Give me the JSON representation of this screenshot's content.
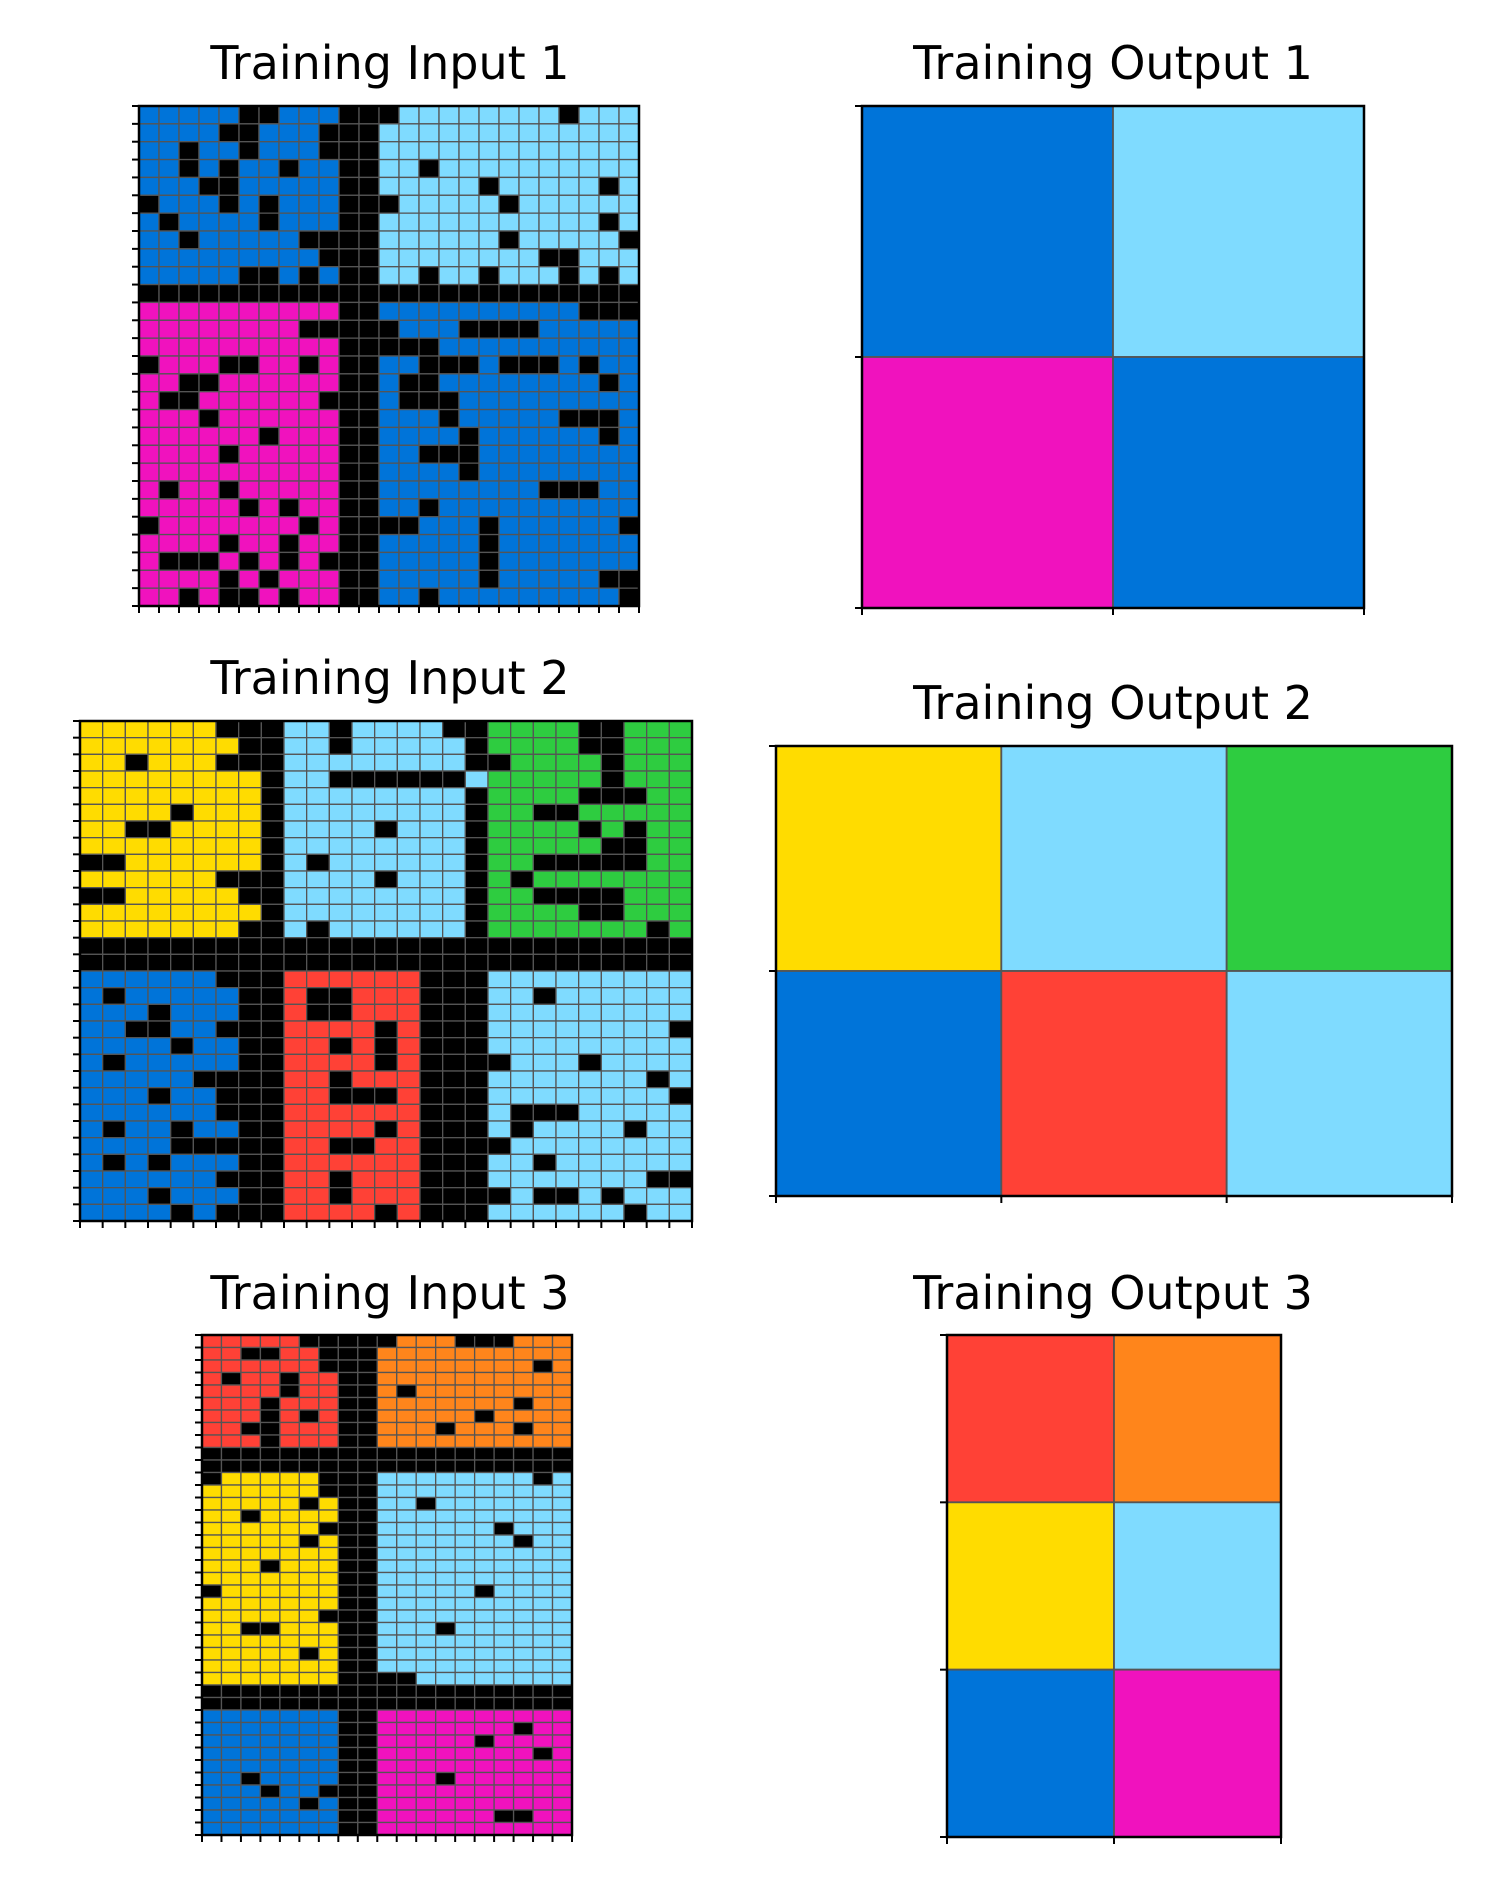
{
  "palette": {
    "0": "#000000",
    "1": "#0074D9",
    "2": "#FF4136",
    "3": "#2ECC40",
    "4": "#FFDC00",
    "5": "#AAAAAA",
    "6": "#F012BE",
    "7": "#FF851B",
    "8": "#7FDBFF",
    "9": "#870C25"
  },
  "grid_line_color": "#555555",
  "panels": [
    {
      "title": "Training Input 1",
      "rows": [
        "1111100111000888888880888",
        "1111001110008888888888888",
        "1101101110008888888888888",
        "1101011011008808888888888",
        "1110011111008888808888808",
        "0111010111000888880888888",
        "1011110111008888888888808",
        "1101111100008888880888880",
        "1111111110008888888800888",
        "1111100101008808808880808",
        "0000000000000000000000000",
        "6666666666001111111111000",
        "6666666600000111000011111",
        "6666666666000001111111111",
        "0666006606001100010001011",
        "6600666666001001111111101",
        "6006666660001000111111111",
        "6660666666001110111110001",
        "6666660666001111011111101",
        "6666066666001100011111111",
        "6666666666001111011111111",
        "6066066666001111111100011",
        "6666606066001101111111111",
        "0666666606000011101111110",
        "6666066066001111101111111",
        "6000606060001111101111111",
        "6666060666001111101111100",
        "6606006066001101111111110"
      ]
    },
    {
      "title": "Training Output 1",
      "rows": [
        "18",
        "61"
      ]
    },
    {
      "title": "Training Input 2",
      "rows": [
        "444444000880888800333300333",
        "444444400880888880333300333",
        "440444000888888880033330333",
        "444444440880000008333330333",
        "444444440888888880333300033",
        "444404440888888880330033333",
        "440044440888808880333303033",
        "444444440888888880333330033",
        "004444440808888880330000033",
        "444444000888808880303333333",
        "004444400888888880330000333",
        "444444440888888880333300333",
        "444444400808888880333333303",
        "000000000000000000000000000",
        "000000000000000000000000000",
        "111111000222222000888888888",
        "101111100200222000880888888",
        "111011100200222000888888888",
        "110011000222202000888888880",
        "111101100220202000888888888",
        "101111100222202000088808888",
        "111110000220222000888888808",
        "111011000220002000888888880",
        "111111000222222000800088888",
        "101101100222202000808888088",
        "111100000220022000088888888",
        "101011100222222000880888888",
        "111111000220222000888888800",
        "111011100220222000080080888",
        "111101000222202000888888088"
      ]
    },
    {
      "title": "Training Output 2",
      "rows": [
        "483",
        "128"
      ]
    },
    {
      "title": "Training Input 3",
      "rows": [
        "2222200000777000777",
        "2200220007777777777",
        "2222220007777777707",
        "2022022007777777777",
        "2222022007077777777",
        "2220222007777777077",
        "2220202007777707777",
        "2200222007770777077",
        "2220222007777777777",
        "0000000000000000000",
        "0000000000000000000",
        "0444440008888888808",
        "4444440008888888888",
        "4444404008808888888",
        "4404444008888888888",
        "4444440008888880888",
        "4444404008888888088",
        "4444444008888888888",
        "4440444008888888888",
        "4444444008888888888",
        "0444444008888808888",
        "4444444008888888888",
        "4444440008888888888",
        "4400444008880888888",
        "4444444008888888888",
        "4444404008888888888",
        "4444444008888888888",
        "4444444000088888888",
        "0000000000000000000",
        "0000000000000000000",
        "1111111006666666666",
        "1111111006666666066",
        "1111111006666606666",
        "1111111006666666606",
        "1111111006666666666",
        "1101111006660666666",
        "1110110006666666666",
        "1111101006666666666",
        "1111111006666660066",
        "1111111006666666666"
      ]
    },
    {
      "title": "Training Output 3",
      "rows": [
        "27",
        "48",
        "16"
      ]
    }
  ]
}
